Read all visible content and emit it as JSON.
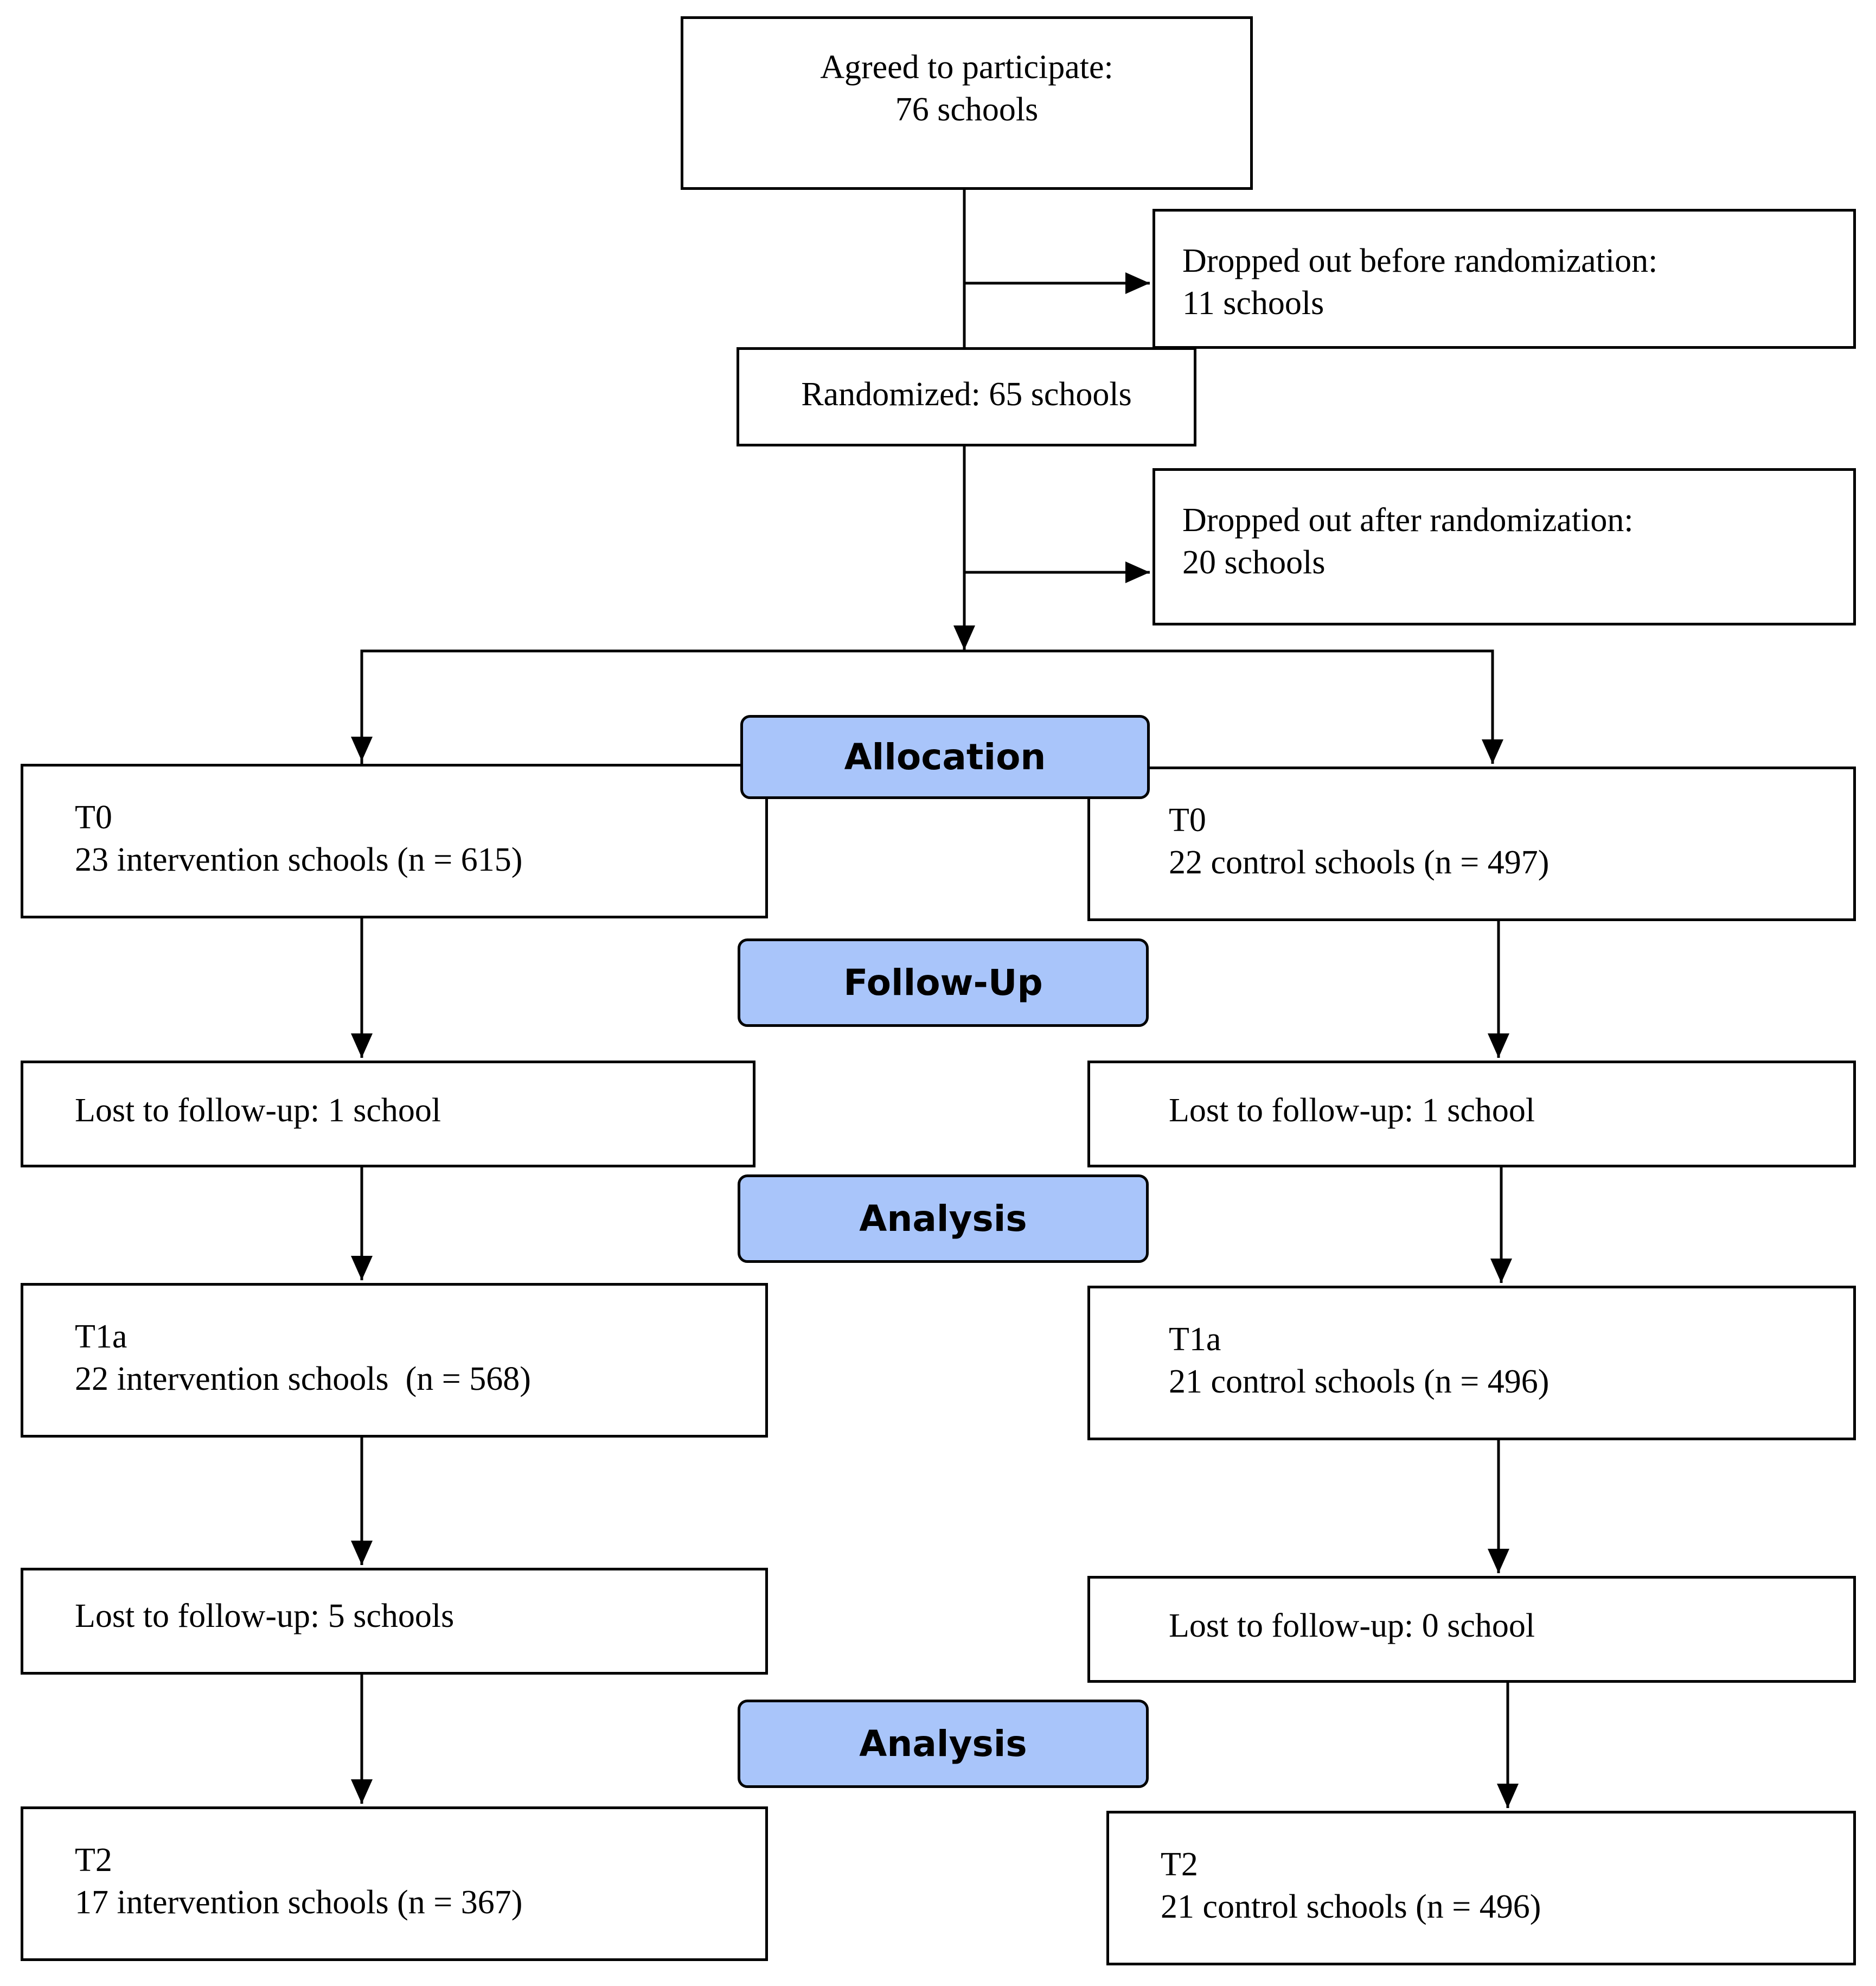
{
  "flow": {
    "agreed": {
      "line1": "Agreed to participate:",
      "line2": "76 schools"
    },
    "dropped_before": {
      "line1": "Dropped out before randomization:",
      "line2": "11 schools"
    },
    "randomized": {
      "label": "Randomized: 65 schools"
    },
    "dropped_after": {
      "line1": "Dropped out after randomization:",
      "line2": "20 schools"
    },
    "stages": {
      "allocation": "Allocation",
      "follow_up": "Follow-Up",
      "analysis_1": "Analysis",
      "analysis_2": "Analysis"
    },
    "intervention": {
      "t0": {
        "line1": "T0",
        "line2": "23 intervention schools (n = 615)"
      },
      "lost1": {
        "label": "Lost to follow-up: 1 school"
      },
      "t1a": {
        "line1": "T1a",
        "line2": "22 intervention schools  (n = 568)"
      },
      "lost2": {
        "label": "Lost to follow-up: 5 schools"
      },
      "t2": {
        "line1": "T2",
        "line2": "17 intervention schools (n = 367)"
      }
    },
    "control": {
      "t0": {
        "line1": "T0",
        "line2": "22 control schools (n = 497)"
      },
      "lost1": {
        "label": "Lost to follow-up: 1 school"
      },
      "t1a": {
        "line1": "T1a",
        "line2": "21 control schools (n = 496)"
      },
      "lost2": {
        "label": "Lost to follow-up: 0 school"
      },
      "t2": {
        "line1": "T2",
        "line2": "21 control schools (n = 496)"
      }
    }
  },
  "colors": {
    "stage_fill": "#a9c5fa",
    "line": "#000000"
  }
}
